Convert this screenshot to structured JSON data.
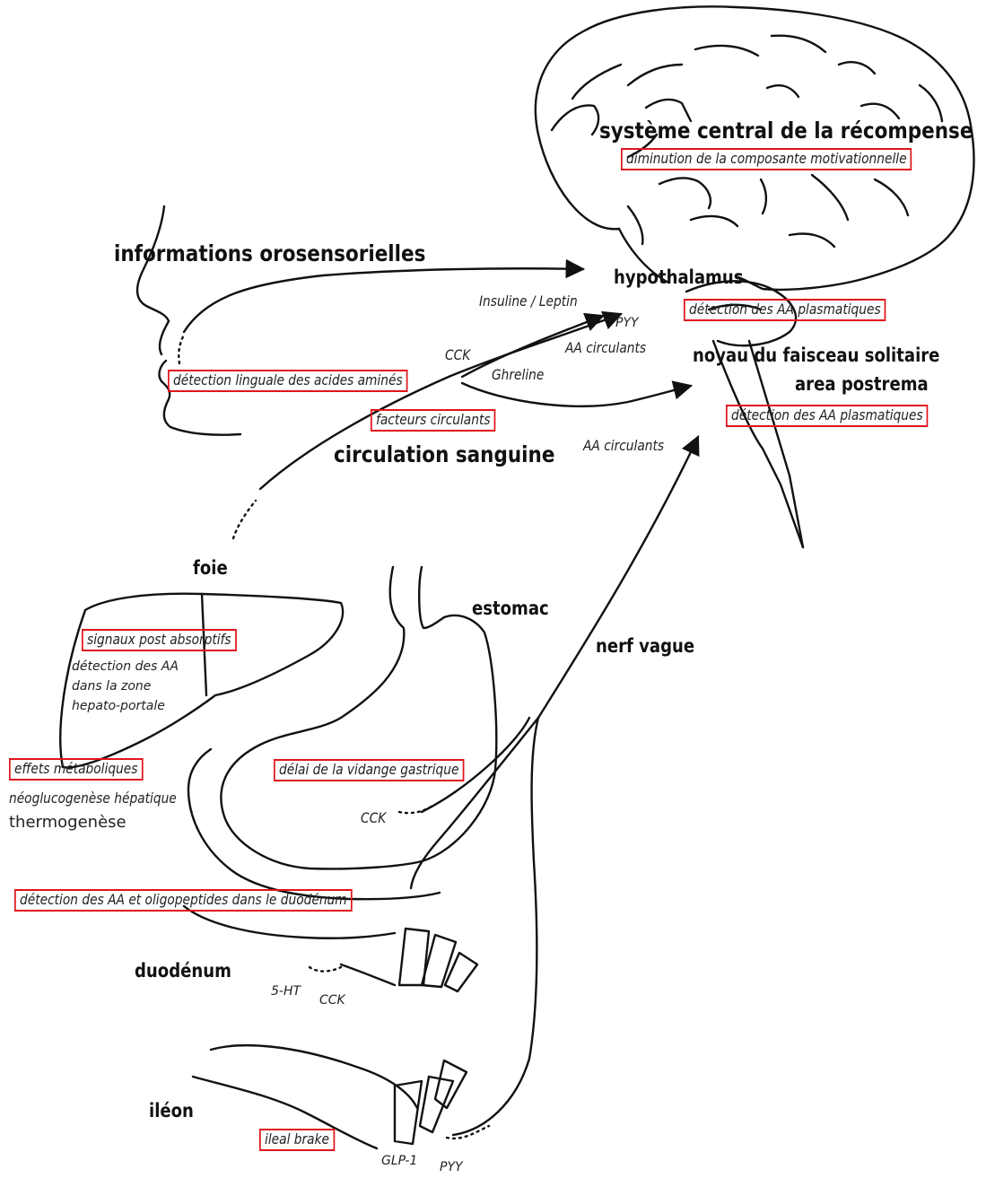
{
  "labels": {
    "reward": "système central de la récompense",
    "reward_box": "diminution de la composante motivationnelle",
    "orosensory": "informations orosensorielles",
    "hypothalamus": "hypothalamus",
    "insulin_leptin": "Insuline / Leptin",
    "pyy_top": "PYY",
    "aa_circ_1": "AA circulants",
    "hypothalamus_box": "détection des AA plasmatiques",
    "cck_top": "CCK",
    "ghrelin": "Ghreline",
    "nts": "noyau du faisceau solitaire",
    "area_postrema": "area postrema",
    "nts_box": "détection des AA plasmatiques",
    "lingual_box": "détection linguale des acides aminés",
    "factors_box": "facteurs circulants",
    "blood": "circulation sanguine",
    "aa_circ_2": "AA circulants",
    "liver": "foie",
    "stomach": "estomac",
    "vagus": "nerf vague",
    "post_absorptive_box": "signaux post absorptifs",
    "hepato_1": "détection des AA",
    "hepato_2": "dans la zone",
    "hepato_3": "hepato-portale",
    "metabolic_box": "effets métaboliques",
    "gastric_box": "délai de la vidange gastrique",
    "neoglucogenese": "néoglucogenèse hépatique",
    "thermogenese": "thermogenèse",
    "cck_mid": "CCK",
    "duodenum_box": "détection des AA et oligopeptides dans le duodénum",
    "duodenum": "duodénum",
    "ht5": "5-HT",
    "cck_low": "CCK",
    "ileum": "iléon",
    "ileal_box": "ileal brake",
    "glp1": "GLP-1",
    "pyy_low": "PYY"
  }
}
